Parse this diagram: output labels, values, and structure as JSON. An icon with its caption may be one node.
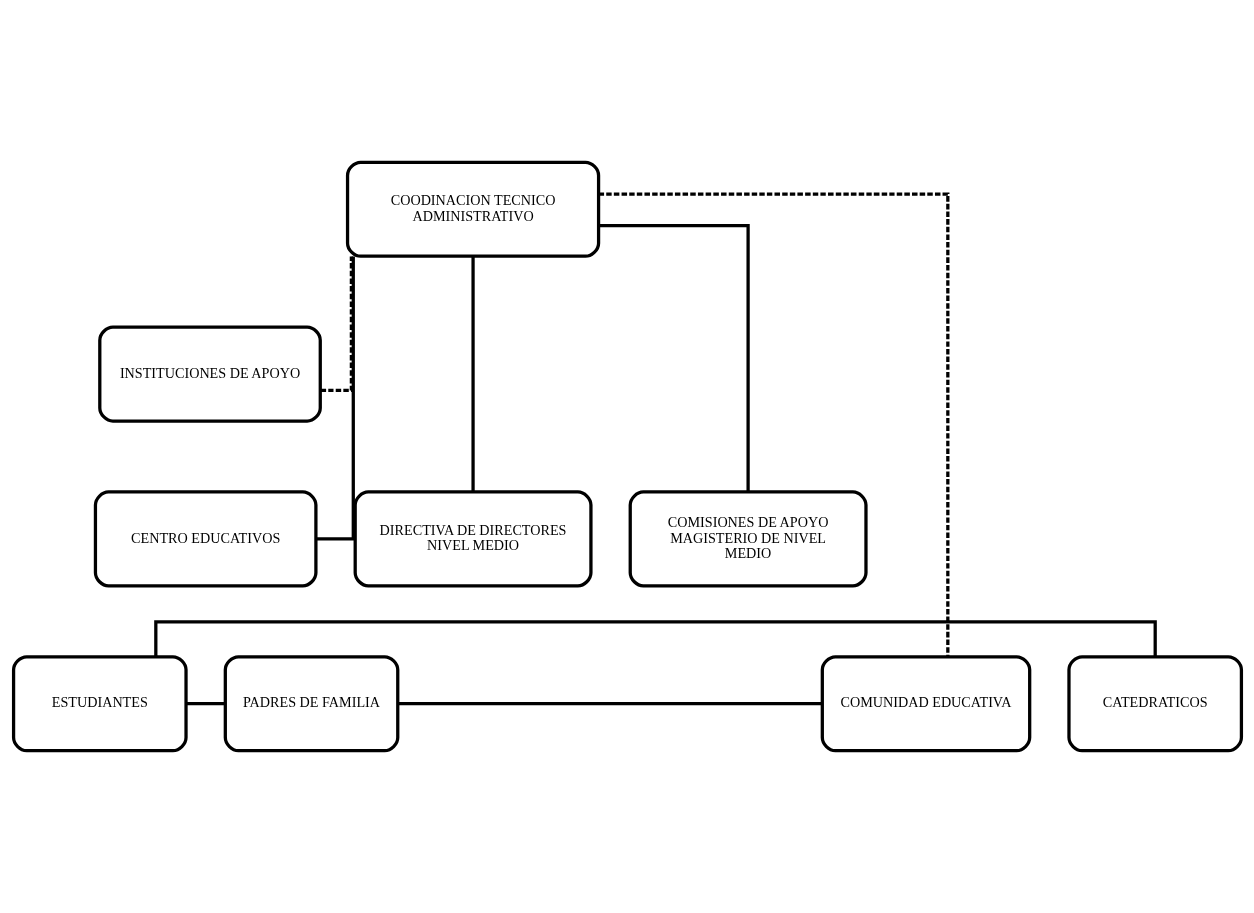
{
  "diagram": {
    "nodes": [
      {
        "text": [
          "COODINACION TECNICO ADMINISTRATIVO"
        ]
      },
      {
        "text": [
          "INSTITUCIONES DE APOYO"
        ]
      },
      {
        "text": [
          "DIRECTIVA DE DIRECTORES NIVEL MEDIO"
        ]
      },
      {
        "text": [
          "CENTRO EDUCATIVOS"
        ]
      },
      {
        "text": [
          "COMISIONES DE APOYO MAGISTERIO DE NIVEL MEDIO"
        ]
      },
      {
        "text": [
          "CATEDRATICOS"
        ]
      },
      {
        "text": [
          "ESTUDIANTES"
        ]
      },
      {
        "text": [
          "PADRES DE FAMILIA"
        ]
      },
      {
        "text": [
          "COMUNIDAD EDUCATIVA"
        ]
      }
    ],
    "edges": [
      {
        "from": 0,
        "to": 2,
        "arrow": "none"
      },
      {
        "from": 0,
        "to": 3,
        "arrow": "none"
      },
      {
        "from": 0,
        "to": 4,
        "arrow": "none"
      },
      {
        "from": 1,
        "to": 0,
        "arrow": "none",
        "style": "dashed"
      },
      {
        "from": 0,
        "to": 8,
        "arrow": "none",
        "style": "dashed"
      },
      {
        "from": 5,
        "to": 6,
        "arrow": "none"
      },
      {
        "from": 6,
        "to": 7,
        "arrow": "none"
      },
      {
        "from": 7,
        "to": 8,
        "arrow": "none"
      }
    ]
  }
}
